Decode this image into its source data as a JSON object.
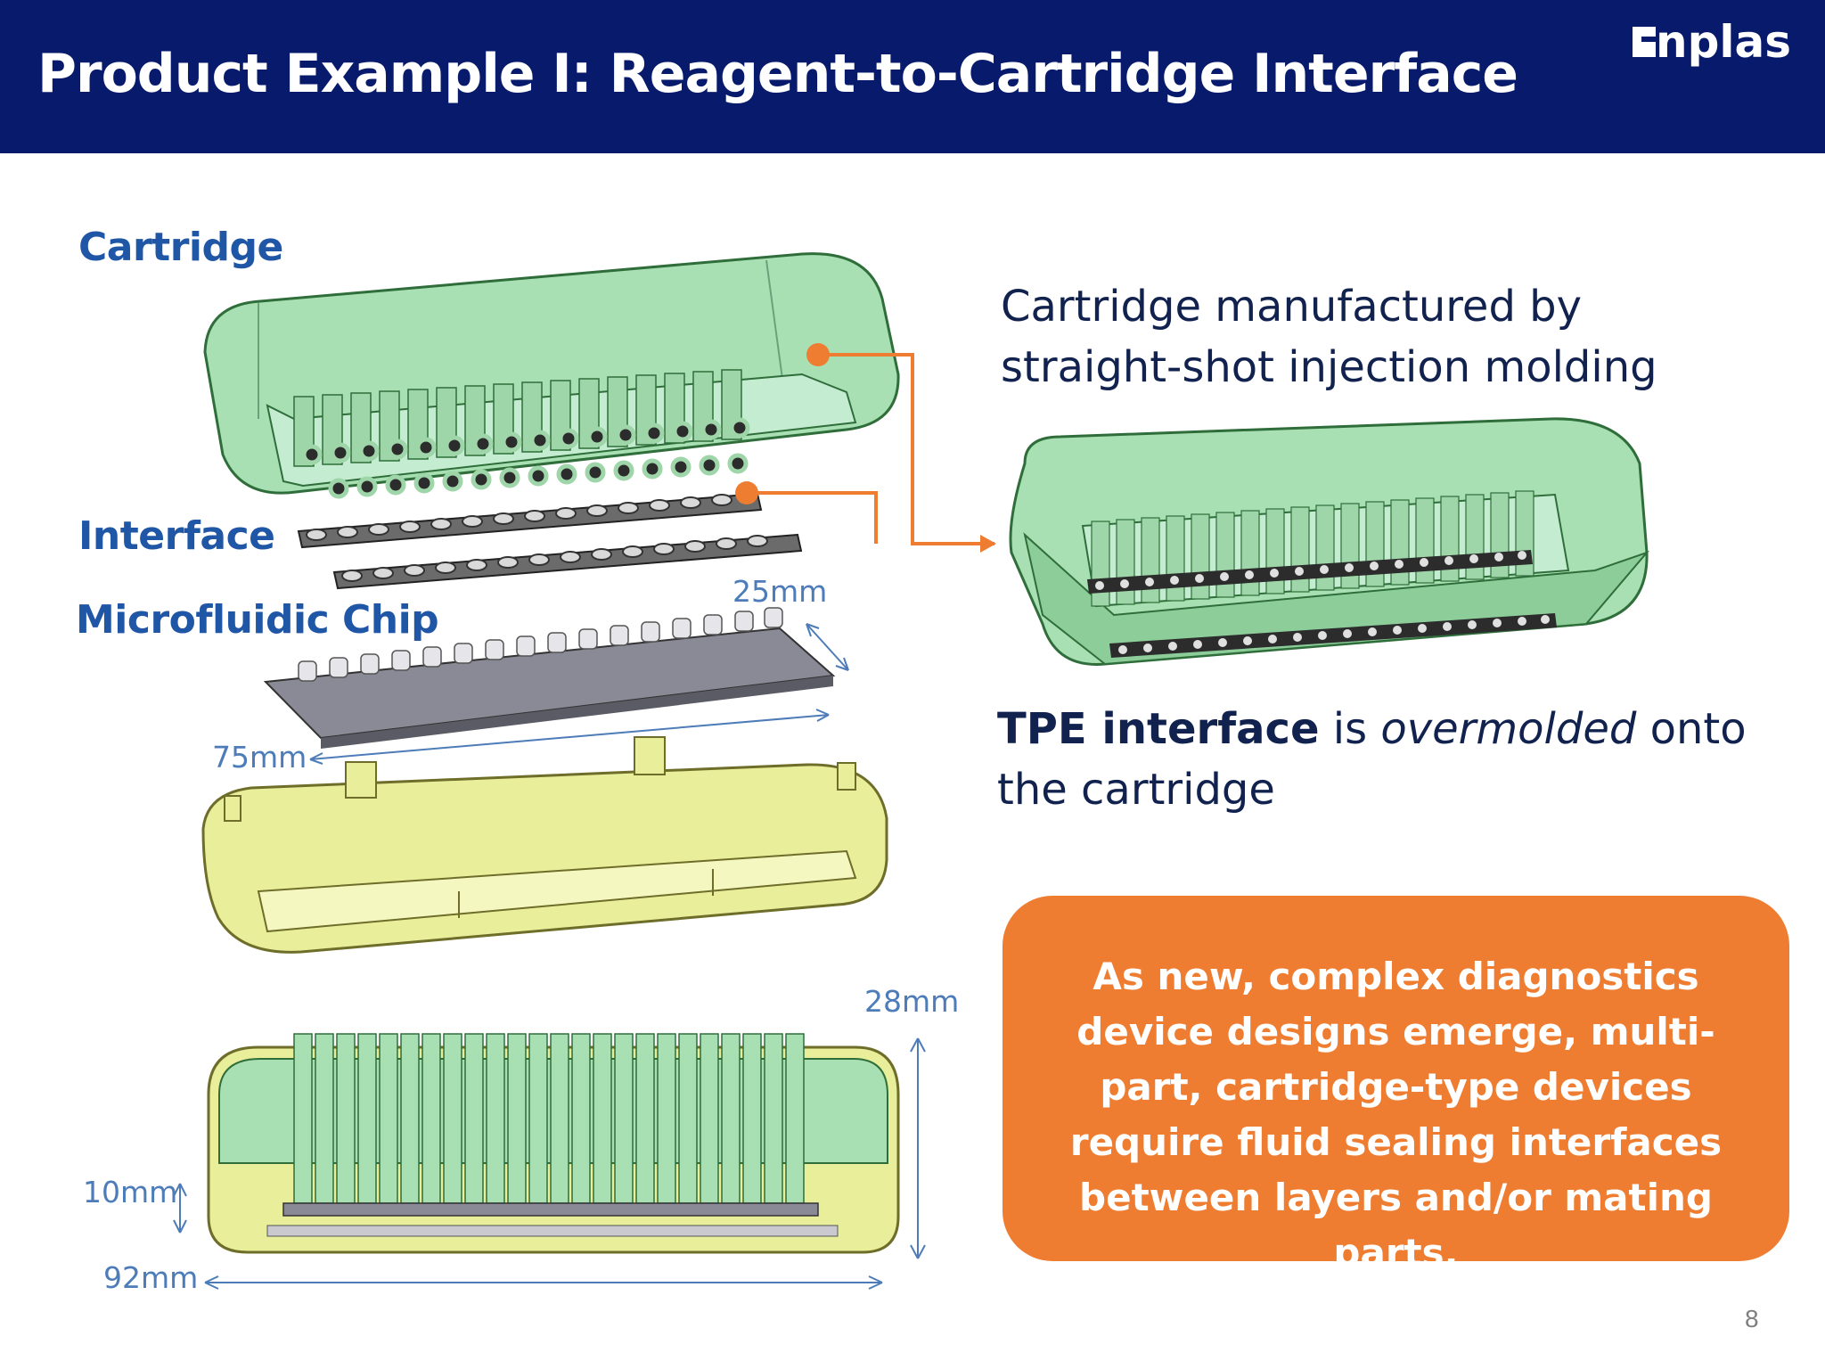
{
  "header": {
    "title": "Product Example I: Reagent-to-Cartridge Interface",
    "logo_text": "enplas",
    "background": "#071a6b"
  },
  "labels": {
    "cartridge": "Cartridge",
    "interface": "Interface",
    "microfluidic_chip": "Microfluidic Chip"
  },
  "dimensions": {
    "chip_width": "25mm",
    "chip_length": "75mm",
    "height": "28mm",
    "base_height": "10mm",
    "overall_length": "92mm"
  },
  "description": {
    "line1": "Cartridge manufactured by",
    "line2": "straight-shot injection molding",
    "tpe_bold": "TPE interface",
    "tpe_is": " is ",
    "tpe_italic": "overmolded",
    "tpe_rest": " onto",
    "tpe_line2": "the cartridge"
  },
  "callout": {
    "text": "As new, complex diagnostics device designs emerge, multi-part, cartridge-type devices require fluid sealing interfaces between layers and/or mating parts.",
    "color": "#ee7d31"
  },
  "page_number": "8",
  "colors": {
    "cartridge_green": "#a8e0b4",
    "housing_yellow": "#e8ee9a",
    "accent_orange": "#ee7d31",
    "label_blue": "#1f56a6"
  }
}
